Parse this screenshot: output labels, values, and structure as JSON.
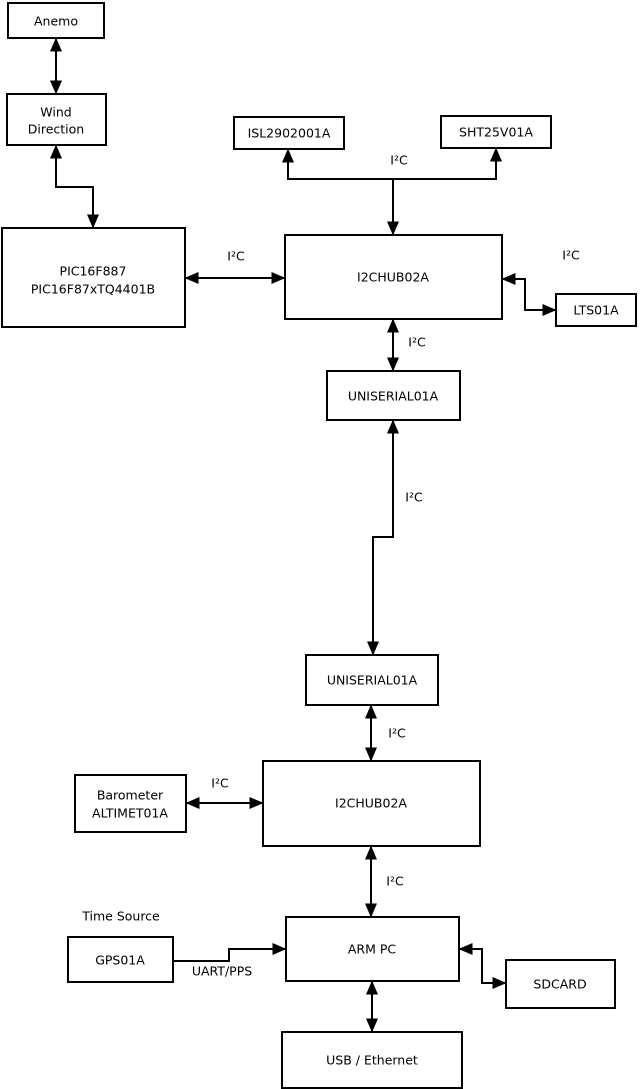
{
  "colors": {
    "background": "#ffffff",
    "box_fill": "#ffffff",
    "stroke": "#000000",
    "text": "#000000"
  },
  "nodes": {
    "anemo": {
      "label": "Anemo"
    },
    "wind_direction": {
      "line1": "Wind",
      "line2": "Direction"
    },
    "pic": {
      "line1": "PIC16F887",
      "line2": "PIC16F87xTQ4401B"
    },
    "isl": {
      "label": "ISL2902001A"
    },
    "sht": {
      "label": "SHT25V01A"
    },
    "i2c_hub_upper": {
      "label": "I2CHUB02A"
    },
    "lts": {
      "label": "LTS01A"
    },
    "uniserial_upper": {
      "label": "UNISERIAL01A"
    },
    "uniserial_lower": {
      "label": "UNISERIAL01A"
    },
    "i2c_hub_lower": {
      "label": "I2CHUB02A"
    },
    "barometer": {
      "line1": "Barometer",
      "line2": "ALTIMET01A"
    },
    "arm_pc": {
      "label": "ARM PC"
    },
    "gps": {
      "label": "GPS01A"
    },
    "sdcard": {
      "label": "SDCARD"
    },
    "usb_ethernet": {
      "label": "USB / Ethernet"
    }
  },
  "captions": {
    "time_source": "Time Source"
  },
  "edges": [
    {
      "from": "Anemo",
      "to": "Wind Direction",
      "direction": "both",
      "label": ""
    },
    {
      "from": "Wind Direction",
      "to": "PIC16F887 PIC16F87xTQ4401B",
      "direction": "both",
      "label": ""
    },
    {
      "from": "PIC16F887 PIC16F87xTQ4401B",
      "to": "I2CHUB02A (upper)",
      "direction": "both",
      "label": "I²C"
    },
    {
      "from": "I2CHUB02A (upper)",
      "to": "ISL2902001A",
      "direction": "both",
      "label": "I²C"
    },
    {
      "from": "I2CHUB02A (upper)",
      "to": "SHT25V01A",
      "direction": "both",
      "label": ""
    },
    {
      "from": "I2CHUB02A (upper)",
      "to": "LTS01A",
      "direction": "both",
      "label": "I²C"
    },
    {
      "from": "I2CHUB02A (upper)",
      "to": "UNISERIAL01A (upper)",
      "direction": "both",
      "label": "I²C"
    },
    {
      "from": "UNISERIAL01A (upper)",
      "to": "UNISERIAL01A (lower)",
      "direction": "both",
      "label": "I²C"
    },
    {
      "from": "UNISERIAL01A (lower)",
      "to": "I2CHUB02A (lower)",
      "direction": "both",
      "label": "I²C"
    },
    {
      "from": "Barometer ALTIMET01A",
      "to": "I2CHUB02A (lower)",
      "direction": "both",
      "label": "I²C"
    },
    {
      "from": "I2CHUB02A (lower)",
      "to": "ARM PC",
      "direction": "both",
      "label": "I²C"
    },
    {
      "from": "GPS01A",
      "to": "ARM PC",
      "direction": "to",
      "label": "UART/PPS"
    },
    {
      "from": "ARM PC",
      "to": "SDCARD",
      "direction": "both",
      "label": ""
    },
    {
      "from": "ARM PC",
      "to": "USB / Ethernet",
      "direction": "both",
      "label": ""
    }
  ]
}
